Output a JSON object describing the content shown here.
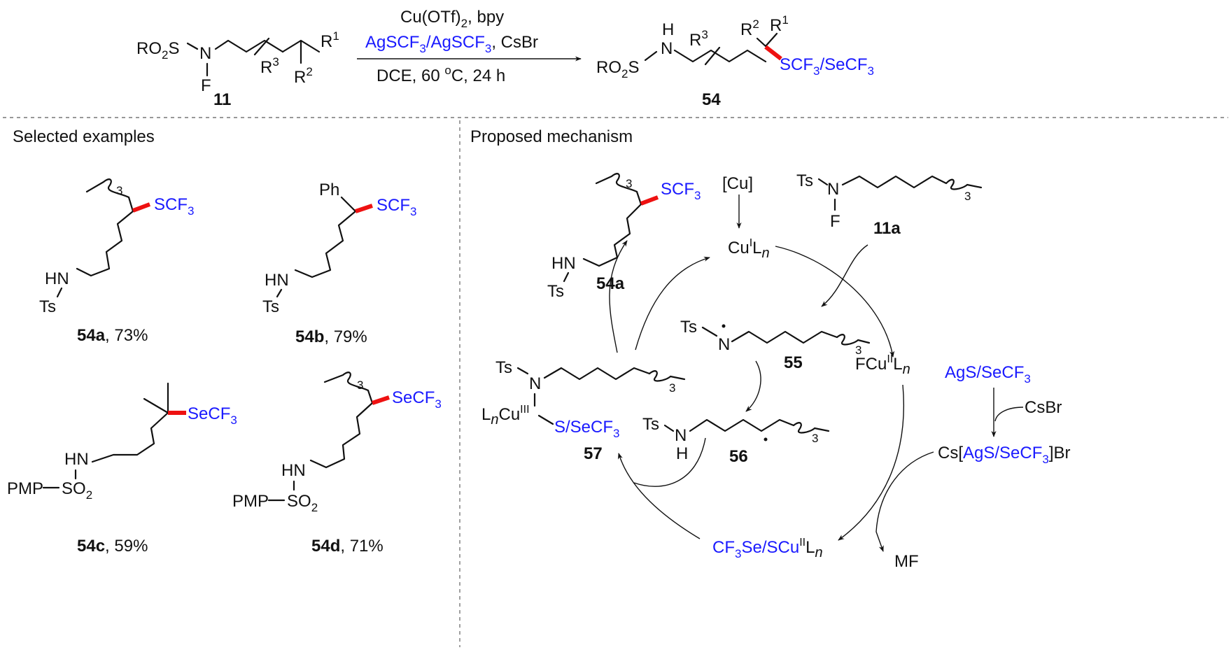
{
  "conditions": {
    "line1": "Cu(OTf)",
    "line1_sub": "2",
    "line1_tail": ", bpy",
    "line2": "AgSCF",
    "line2_sub": "3",
    "line2_mid": "/AgSCF",
    "line2_sub2": "3",
    "line2_tail": ", CsBr",
    "line3": "DCE,  60 ",
    "line3_sup": "o",
    "line3_tail": "C, 24 h"
  },
  "substrate": {
    "ro2s": "RO",
    "ro2s_sub": "2",
    "ro2s_tail": "S",
    "n": "N",
    "f": "F",
    "r1": "R",
    "r1_sup": "1",
    "r2": "R",
    "r2_sup": "2",
    "r3": "R",
    "r3_sup": "3",
    "label": "11"
  },
  "product": {
    "ro2s": "RO",
    "ro2s_sub": "2",
    "ro2s_tail": "S",
    "h": "H",
    "n": "N",
    "r3": "R",
    "r3_sup": "3",
    "r2": "R",
    "r2_sup": "2",
    "r1": "R",
    "r1_sup": "1",
    "group": "SCF",
    "group_sub": "3",
    "group_tail": "/SeCF",
    "group_sub2": "3",
    "label": "54"
  },
  "sections": {
    "left_title": "Selected examples",
    "right_title": "Proposed mechanism"
  },
  "examples": [
    {
      "label": "54a",
      "yield": ", 73%",
      "group": "SCF",
      "group_sub": "3",
      "sub": "3",
      "hn": "HN",
      "ts": "Ts"
    },
    {
      "label": "54b",
      "yield": ", 79%",
      "group": "SCF",
      "group_sub": "3",
      "ph": "Ph",
      "hn": "HN",
      "ts": "Ts"
    },
    {
      "label": "54c",
      "yield": ", 59%",
      "group": "SeCF",
      "group_sub": "3",
      "hn": "HN",
      "pmp": "PMP",
      "so2": "SO",
      "so2_sub": "2"
    },
    {
      "label": "54d",
      "yield": ", 71%",
      "group": "SeCF",
      "group_sub": "3",
      "sub": "3",
      "hn": "HN",
      "pmp": "PMP",
      "so2": "SO",
      "so2_sub": "2"
    }
  ],
  "mechanism": {
    "p54a": {
      "label": "54a",
      "group": "SCF",
      "group_sub": "3",
      "sub": "3",
      "hn": "HN",
      "ts": "Ts"
    },
    "cu_source": "[Cu]",
    "cuI": {
      "main": "Cu",
      "sup": "I",
      "tail": "L",
      "n": "n"
    },
    "s11a": {
      "ts": "Ts",
      "n": "N",
      "f": "F",
      "sub": "3",
      "label": "11a"
    },
    "s55": {
      "ts": "Ts",
      "n": "N",
      "sub": "3",
      "label": "55"
    },
    "fcuII": {
      "main": "FCu",
      "sup": "II",
      "tail": "L",
      "n": "n"
    },
    "ag": "AgS/SeCF",
    "ag_sub": "3",
    "csbr": "CsBr",
    "cs_complex": {
      "pre": "Cs[",
      "mid": "AgS/SeCF",
      "sub": "3",
      "post": "]Br"
    },
    "s57": {
      "ts": "Ts",
      "n": "N",
      "l": "L",
      "n_it": "n",
      "cu": "Cu",
      "sup": "III",
      "group": "S/SeCF",
      "group_sub": "3",
      "sub": "3",
      "label": "57"
    },
    "s56": {
      "ts": "Ts",
      "n": "N",
      "h": "H",
      "sub": "3",
      "label": "56"
    },
    "cf3cu": {
      "pre": "CF",
      "pre_sub": "3",
      "mid": "Se/SCu",
      "sup": "II",
      "tail": "L",
      "n": "n"
    },
    "mf": "MF"
  }
}
